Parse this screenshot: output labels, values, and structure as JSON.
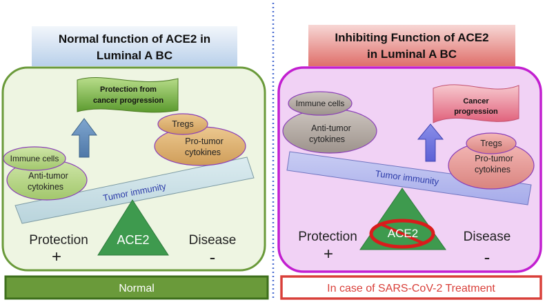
{
  "left": {
    "title_line1": "Normal function of ACE2 in",
    "title_line2": "Luminal A BC",
    "banner_line1": "Protection from",
    "banner_line2": "cancer progression",
    "immune_cells": "Immune cells",
    "anti_tumor_line1": "Anti-tumor",
    "anti_tumor_line2": "cytokines",
    "tregs": "Tregs",
    "pro_tumor_line1": "Pro-tumor",
    "pro_tumor_line2": "cytokines",
    "tumor_immunity": "Tumor immunity",
    "ace2": "ACE2",
    "protection": "Protection",
    "plus": "+",
    "disease": "Disease",
    "minus": "-",
    "footer": "Normal"
  },
  "right": {
    "title_line1": "Inhibiting Function of ACE2",
    "title_line2": "in Luminal A BC",
    "banner_line1": "Cancer",
    "banner_line2": "progression",
    "immune_cells": "Immune cells",
    "anti_tumor_line1": "Anti-tumor",
    "anti_tumor_line2": "cytokines",
    "tregs": "Tregs",
    "pro_tumor_line1": "Pro-tumor",
    "pro_tumor_line2": "cytokines",
    "tumor_immunity": "Tumor immunity",
    "ace2": "ACE2",
    "protection": "Protection",
    "plus": "+",
    "disease": "Disease",
    "minus": "-",
    "footer": "In case of SARS-CoV-2 Treatment"
  },
  "colors": {
    "left_panel_border": "#6a9a3a",
    "left_panel_fill": "#eef5e2",
    "right_panel_border": "#c21fd0",
    "right_panel_fill": "#f1d2f5",
    "left_footer": "#6a9a3a",
    "right_footer_border": "#d9403a",
    "divider": "#4d6fd1",
    "triangle": "#3e9a4e",
    "inhibit_ring": "#d91c1c"
  }
}
